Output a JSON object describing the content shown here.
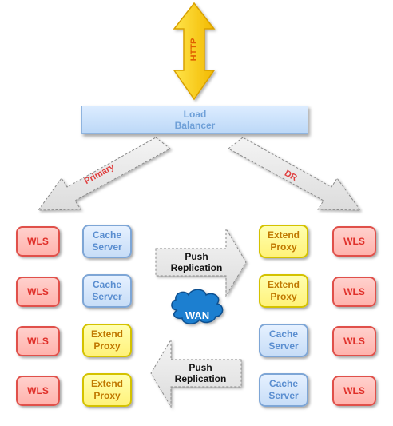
{
  "http_label": "HTTP",
  "load_balancer": "Load\nBalancer",
  "primary_label": "Primary",
  "dr_label": "DR",
  "push_replication_top": "Push\nReplication",
  "push_replication_bottom": "Push\nReplication",
  "wan_label": "WAN",
  "left_column_wls": [
    "WLS",
    "WLS",
    "WLS",
    "WLS"
  ],
  "left_column_servers": [
    "Cache\nServer",
    "Cache\nServer",
    "Extend\nProxy",
    "Extend\nProxy"
  ],
  "right_column_servers": [
    "Extend\nProxy",
    "Extend\nProxy",
    "Cache\nServer",
    "Cache\nServer"
  ],
  "right_column_wls": [
    "WLS",
    "WLS",
    "WLS",
    "WLS"
  ],
  "colors": {
    "wls_border": "#e0504a",
    "cache_border": "#7ea6d6",
    "proxy_border": "#d4c200",
    "http_arrow": "#f4c400",
    "wan_cloud": "#1a7fd0",
    "arrow_grey": "#e6e6e6",
    "label_red": "#e04040"
  }
}
